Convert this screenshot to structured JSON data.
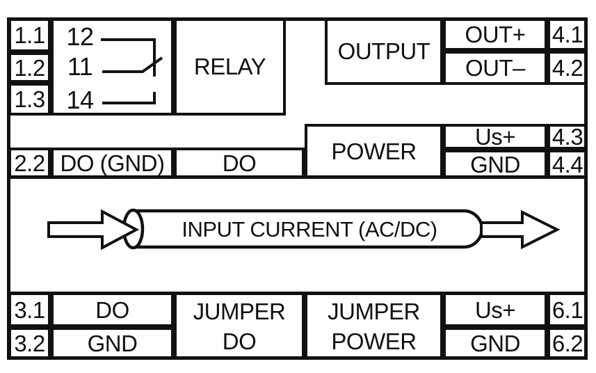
{
  "colors": {
    "line": "#111111",
    "background": "#ffffff"
  },
  "relay": {
    "terminals": [
      "1.1",
      "1.2",
      "1.3"
    ],
    "pins": [
      "12",
      "11",
      "14"
    ],
    "label": "RELAY"
  },
  "output": {
    "label": "OUTPUT",
    "rows": [
      {
        "signal": "OUT+",
        "terminal": "4.1"
      },
      {
        "signal": "OUT–",
        "terminal": "4.2"
      }
    ]
  },
  "power": {
    "label": "POWER",
    "rows": [
      {
        "signal": "Us+",
        "terminal": "4.3"
      },
      {
        "signal": "GND",
        "terminal": "4.4"
      }
    ]
  },
  "digital_out_row": {
    "terminal": "2.2",
    "cells": [
      "DO (GND)",
      "DO"
    ]
  },
  "input": {
    "label": "INPUT CURRENT (AC/DC)"
  },
  "bottom": {
    "rows": [
      {
        "terminal": "3.1",
        "signal": "DO"
      },
      {
        "terminal": "3.2",
        "signal": "GND"
      }
    ],
    "jumper_do": {
      "line1": "JUMPER",
      "line2": "DO"
    },
    "jumper_power": {
      "line1": "JUMPER",
      "line2": "POWER"
    },
    "supply_rows": [
      {
        "signal": "Us+",
        "terminal": "6.1"
      },
      {
        "signal": "GND",
        "terminal": "6.2"
      }
    ]
  }
}
